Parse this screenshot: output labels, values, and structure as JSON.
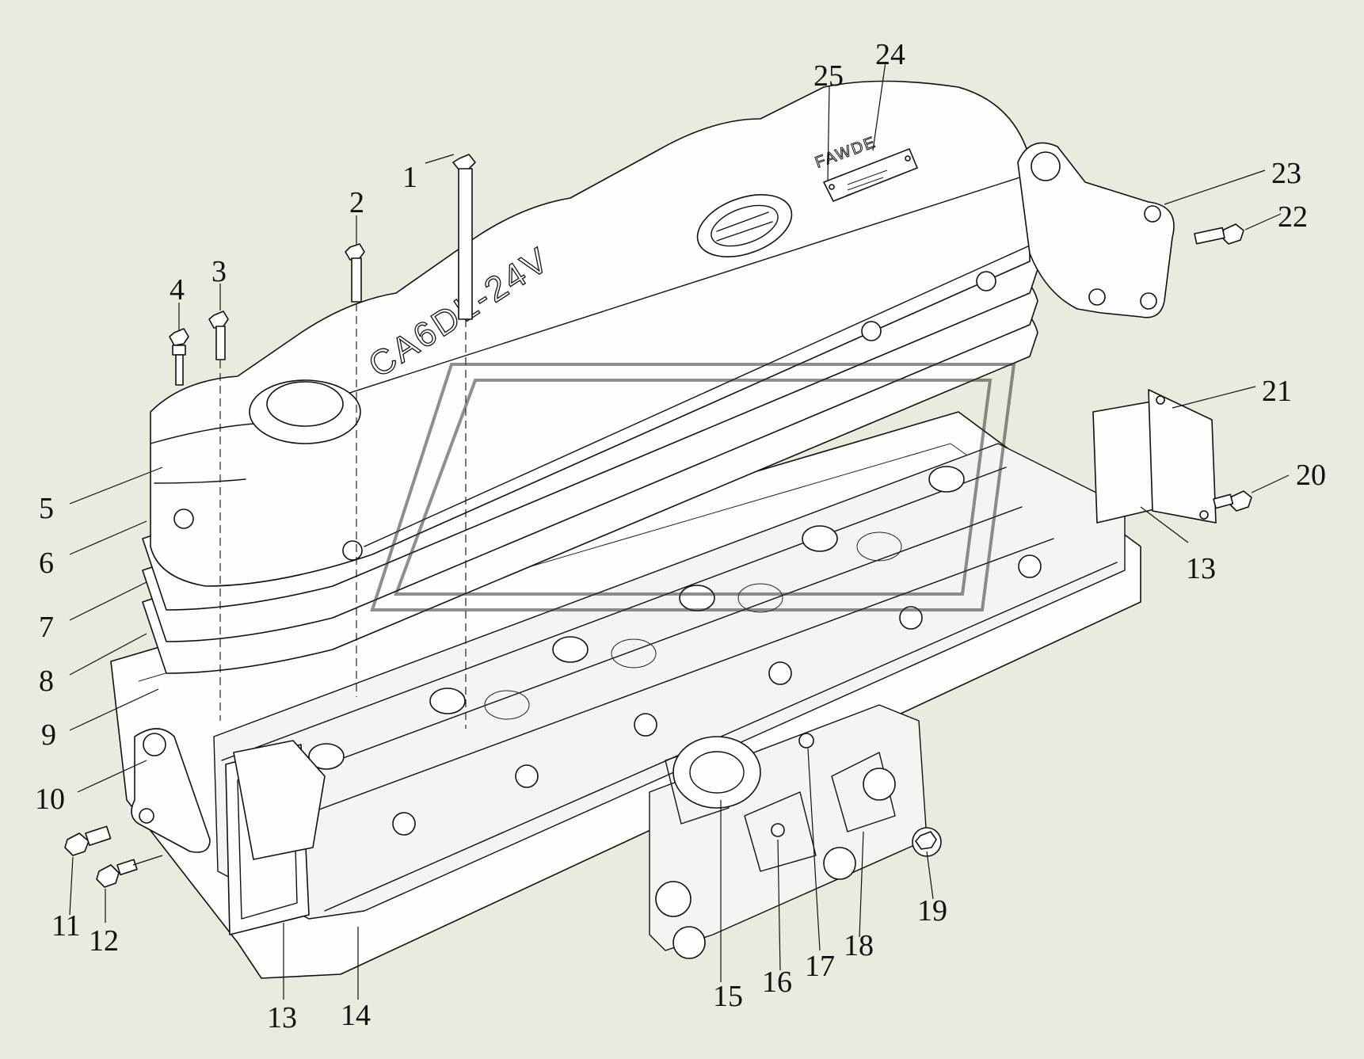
{
  "engine_cover": {
    "model_marking": "CA6DL-24V",
    "brand_marking": "FAWDE"
  },
  "callouts": [
    {
      "id": "1",
      "label": "1"
    },
    {
      "id": "2",
      "label": "2"
    },
    {
      "id": "3",
      "label": "3"
    },
    {
      "id": "4",
      "label": "4"
    },
    {
      "id": "5",
      "label": "5"
    },
    {
      "id": "6",
      "label": "6"
    },
    {
      "id": "7",
      "label": "7"
    },
    {
      "id": "8",
      "label": "8"
    },
    {
      "id": "9",
      "label": "9"
    },
    {
      "id": "10",
      "label": "10"
    },
    {
      "id": "11",
      "label": "11"
    },
    {
      "id": "12",
      "label": "12"
    },
    {
      "id": "13a",
      "label": "13"
    },
    {
      "id": "13b",
      "label": "13"
    },
    {
      "id": "14",
      "label": "14"
    },
    {
      "id": "15",
      "label": "15"
    },
    {
      "id": "16",
      "label": "16"
    },
    {
      "id": "17",
      "label": "17"
    },
    {
      "id": "18",
      "label": "18"
    },
    {
      "id": "19",
      "label": "19"
    },
    {
      "id": "20",
      "label": "20"
    },
    {
      "id": "21",
      "label": "21"
    },
    {
      "id": "22",
      "label": "22"
    },
    {
      "id": "23",
      "label": "23"
    },
    {
      "id": "24",
      "label": "24"
    },
    {
      "id": "25",
      "label": "25"
    }
  ]
}
